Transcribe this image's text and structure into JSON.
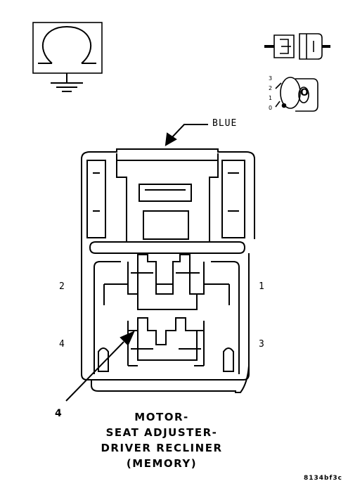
{
  "connector": {
    "color_label": "BLUE",
    "callout_number": "4",
    "title_lines": [
      "MOTOR-",
      "SEAT ADJUSTER-",
      "DRIVER RECLINER",
      "(MEMORY)"
    ],
    "figure_code": "8134bf3c",
    "pins": {
      "left_top": "2",
      "left_bottom": "4",
      "right_top": "1",
      "right_bottom": "3"
    }
  },
  "key_icon": {
    "positions": [
      "3",
      "2",
      "1",
      "0"
    ],
    "lock_letter": "O"
  }
}
